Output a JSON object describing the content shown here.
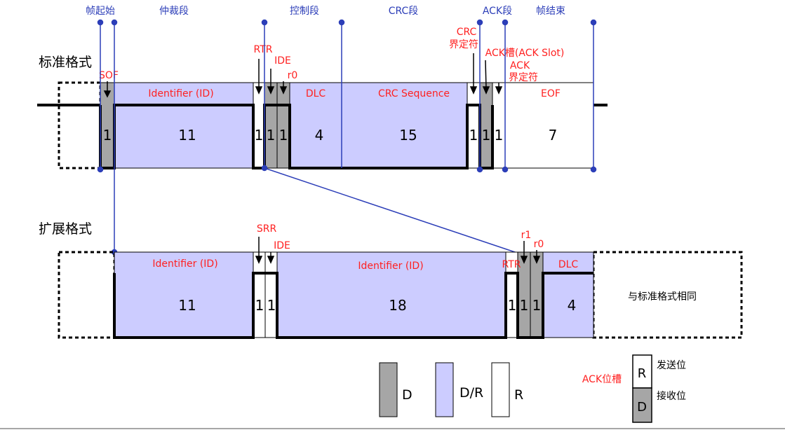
{
  "segments": {
    "sof_seg": "帧起始",
    "arb_seg": "仲裁段",
    "ctrl_seg": "控制段",
    "crc_seg": "CRC段",
    "ack_seg": "ACK段",
    "eof_seg": "帧结束"
  },
  "standard": {
    "title": "标准格式",
    "sof": "SOF",
    "rtr": "RTR",
    "ide": "IDE",
    "r0": "r0",
    "crc_delim_1": "CRC",
    "crc_delim_2": "界定符",
    "ack_slot": "ACK槽(ACK Slot)",
    "ack_delim_1": "ACK",
    "ack_delim_2": "界定符",
    "id_label": "Identifier (ID)",
    "dlc_label": "DLC",
    "crc_seq_label": "CRC Sequence",
    "eof_label": "EOF",
    "bits": {
      "sof": "1",
      "id": "11",
      "rtr": "1",
      "ide": "1",
      "r0": "1",
      "dlc": "4",
      "crc": "15",
      "crc_delim": "1",
      "ack_slot": "1",
      "ack_delim": "1",
      "eof": "7"
    }
  },
  "extended": {
    "title": "扩展格式",
    "srr": "SRR",
    "ide": "IDE",
    "r1": "r1",
    "r0": "r0",
    "rtr": "RTR",
    "id_label_1": "Identifier (ID)",
    "id_label_2": "Identifier (ID)",
    "dlc_label": "DLC",
    "same_as_std": "与标准格式相同",
    "bits": {
      "id1": "11",
      "srr": "1",
      "ide": "1",
      "id2": "18",
      "rtr": "1",
      "r1": "1",
      "r0": "1",
      "dlc": "4"
    }
  },
  "legend": {
    "d": "D",
    "dr": "D/R",
    "r": "R",
    "ack_slot": "ACK位槽",
    "send_bit": "发送位",
    "recv_bit": "接收位",
    "r_letter": "R",
    "d_letter": "D"
  },
  "colors": {
    "dominant": "#a6a6a6",
    "dr": "#ccccff",
    "recessive": "#ffffff",
    "blue_line": "#2c3eb8",
    "red_text": "#ff2020"
  }
}
